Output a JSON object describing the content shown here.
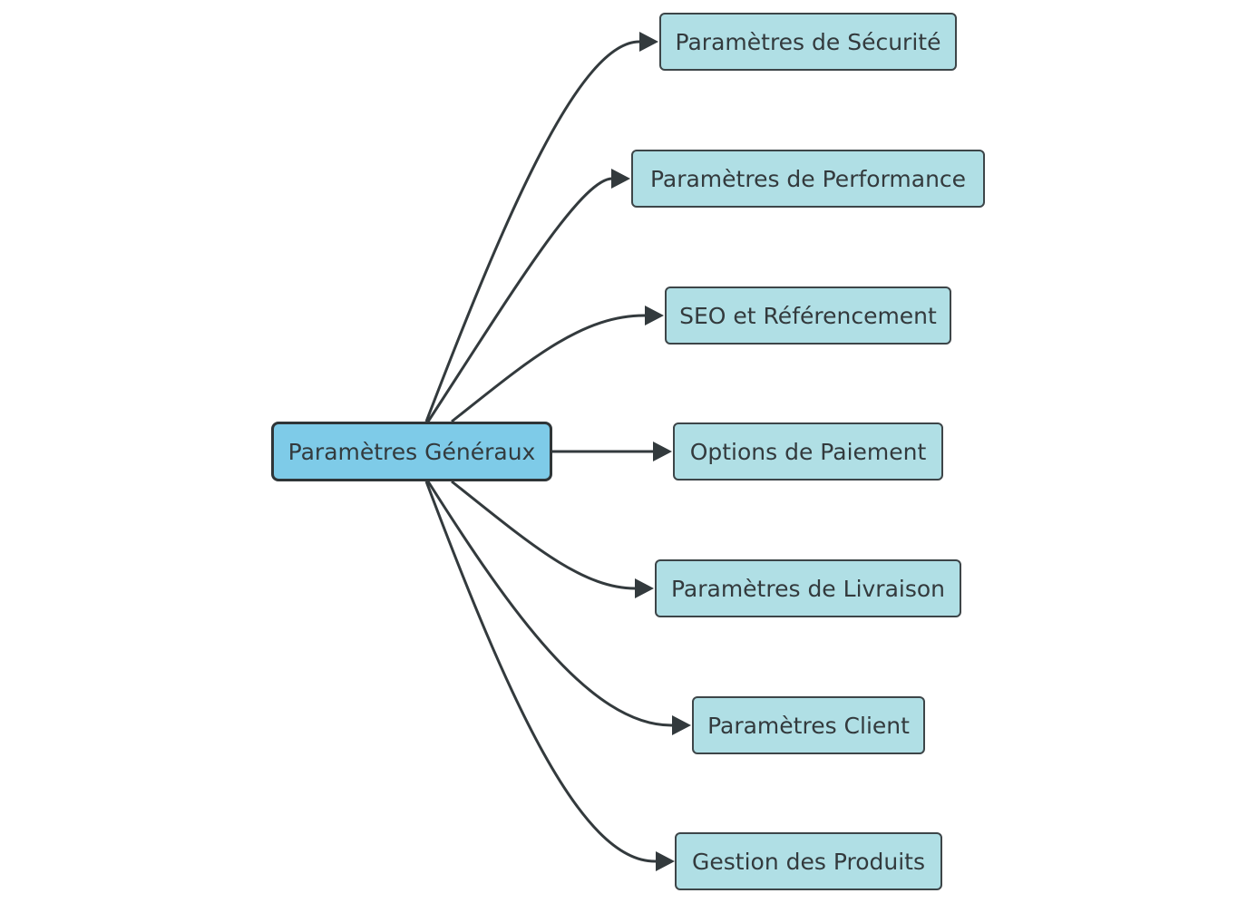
{
  "diagram": {
    "root": {
      "label": "Paramètres Généraux"
    },
    "children": [
      {
        "label": "Paramètres de Sécurité"
      },
      {
        "label": "Paramètres de Performance"
      },
      {
        "label": "SEO et Référencement"
      },
      {
        "label": "Options de Paiement"
      },
      {
        "label": "Paramètres de Livraison"
      },
      {
        "label": "Paramètres Client"
      },
      {
        "label": "Gestion des Produits"
      }
    ],
    "colors": {
      "root_fill": "#7ecbe8",
      "child_fill": "#b0dfe5",
      "stroke": "#333a3d"
    }
  }
}
